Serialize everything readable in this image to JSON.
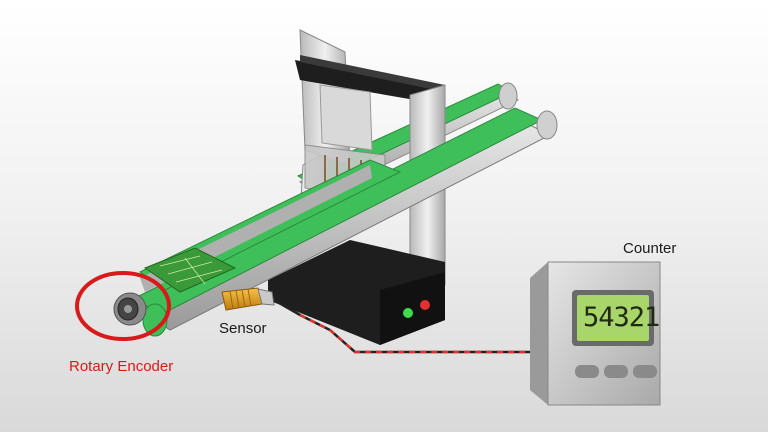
{
  "labels": {
    "counter": "Counter",
    "sensor": "Sensor",
    "rotary_encoder": "Rotary Encoder"
  },
  "counter_display": "54321",
  "colors": {
    "belt_green": "#3fbf5a",
    "highlight_red": "#d91a1a",
    "lcd_green": "#a9d66a",
    "frame_dark": "#1e1e1e",
    "signal_red": "#e03030"
  },
  "icons": {
    "indicator_green": "green-light-icon",
    "indicator_red": "red-light-icon"
  }
}
